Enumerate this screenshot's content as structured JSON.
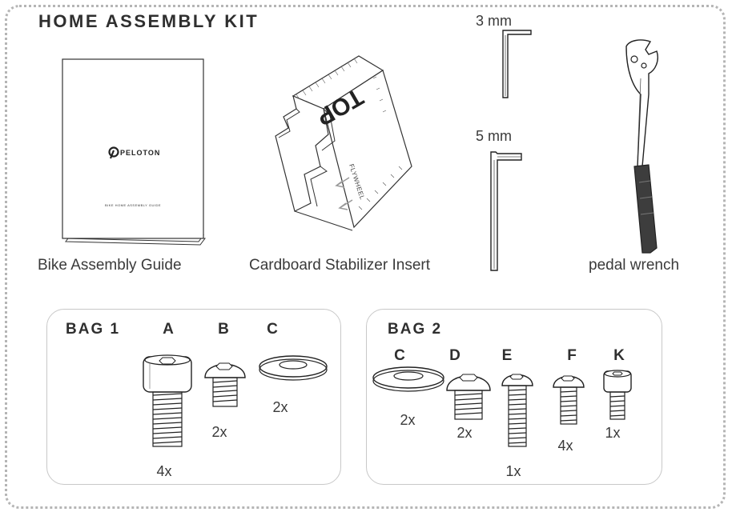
{
  "title": "HOME ASSEMBLY KIT",
  "items": {
    "guide": {
      "caption": "Bike Assembly Guide",
      "brand": "PELOTON",
      "subtitle": "BIKE HOME ASSEMBLY GUIDE"
    },
    "insert": {
      "caption": "Cardboard Stabilizer Insert",
      "top_text": "TOP",
      "side_text": "FLYWHEEL"
    },
    "hex_keys": [
      {
        "size": "3 mm"
      },
      {
        "size": "5 mm"
      }
    ],
    "wrench": {
      "caption": "pedal wrench"
    }
  },
  "bags": [
    {
      "title": "BAG 1",
      "parts": [
        {
          "letter": "A",
          "qty": "4x"
        },
        {
          "letter": "B",
          "qty": "2x"
        },
        {
          "letter": "C",
          "qty": "2x"
        }
      ]
    },
    {
      "title": "BAG 2",
      "parts": [
        {
          "letter": "C",
          "qty": "2x"
        },
        {
          "letter": "D",
          "qty": "2x"
        },
        {
          "letter": "E",
          "qty": "1x"
        },
        {
          "letter": "F",
          "qty": "4x"
        },
        {
          "letter": "K",
          "qty": "1x"
        }
      ]
    }
  ]
}
